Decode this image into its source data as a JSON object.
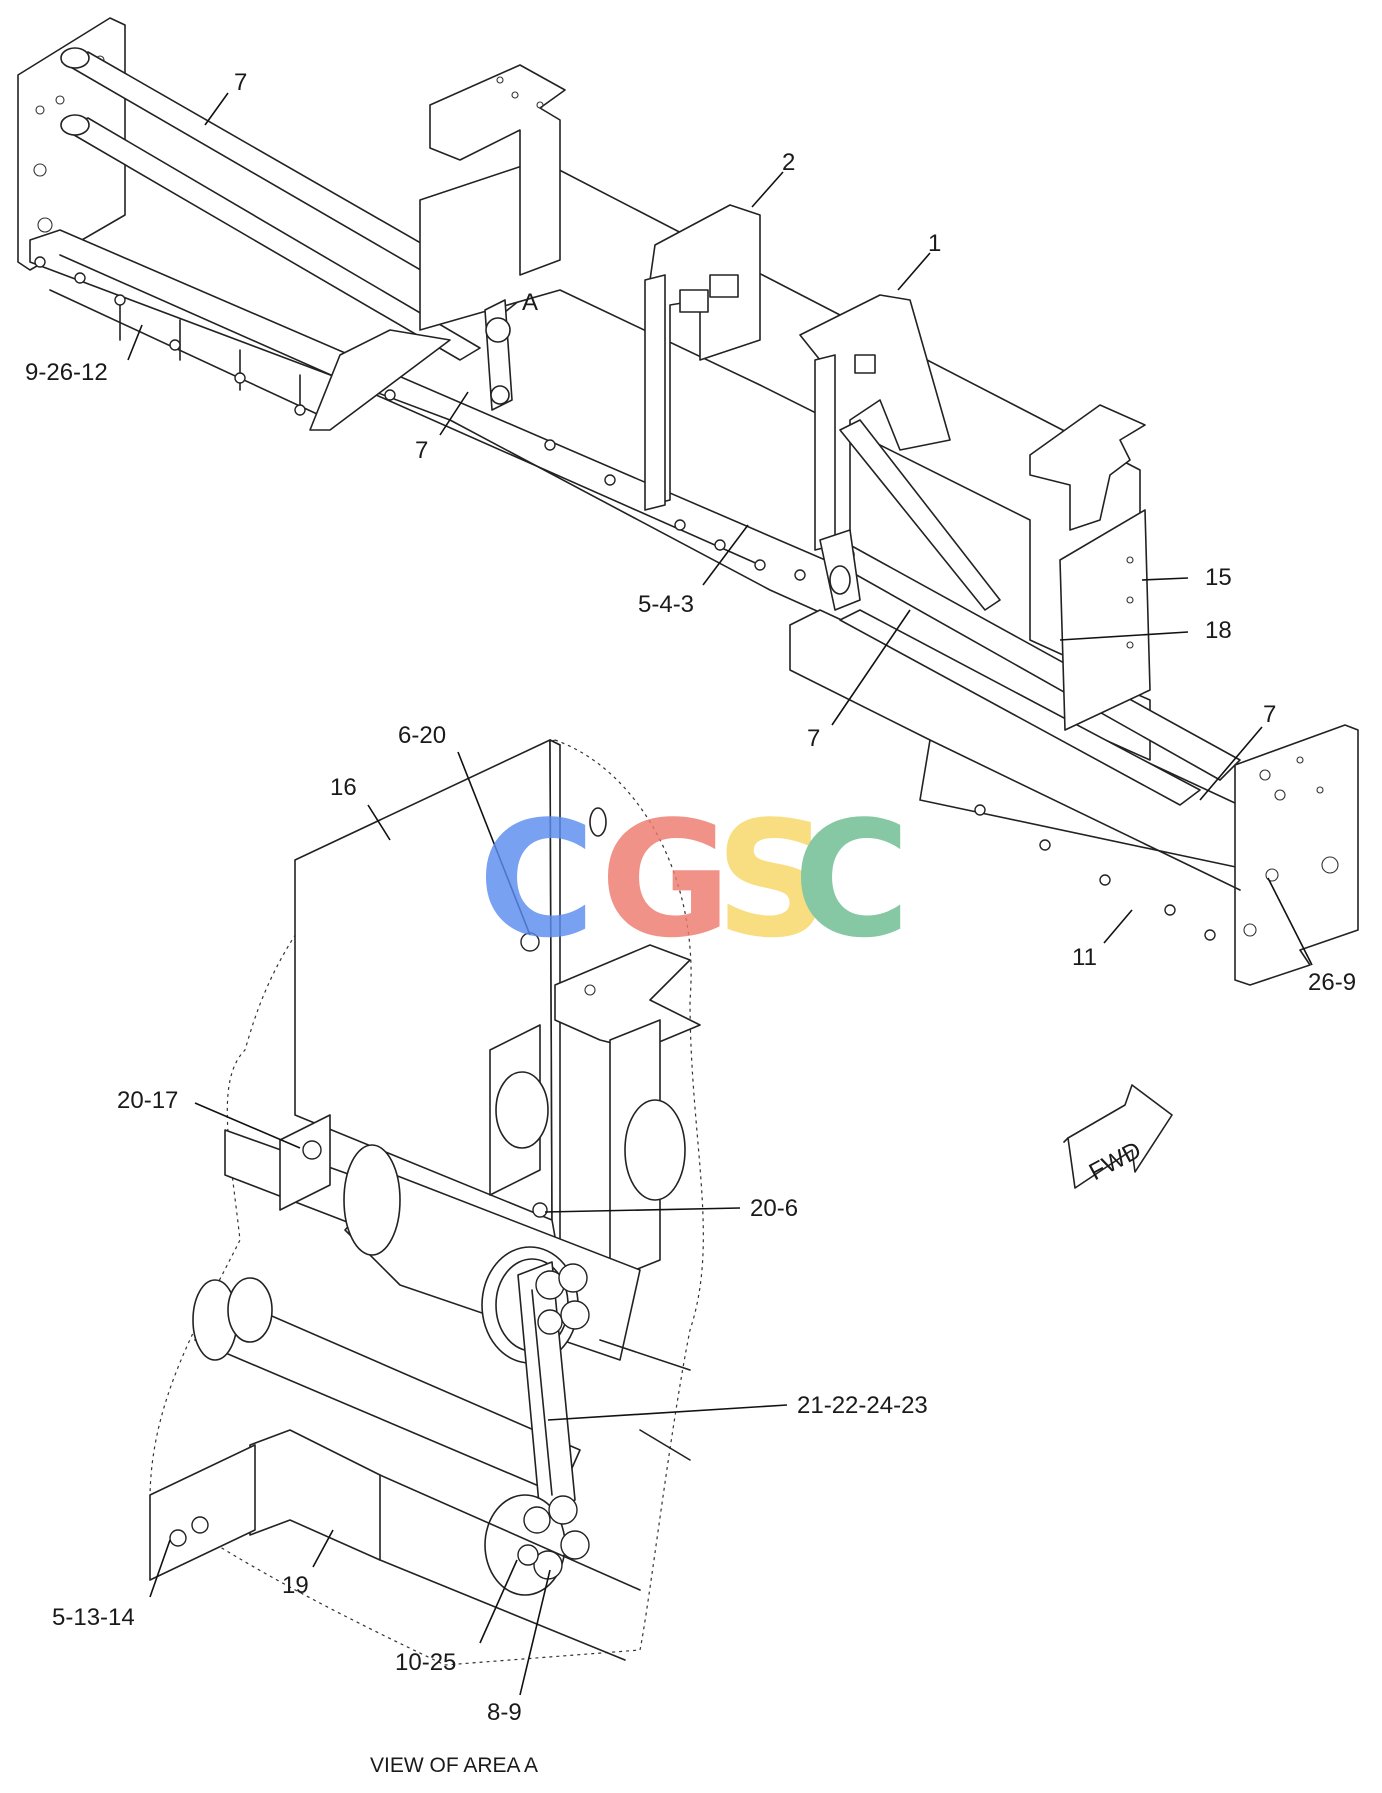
{
  "callouts": {
    "c1": "1",
    "c2": "2",
    "c7_top": "7",
    "c7_mid": "7",
    "c7_lower": "7",
    "c7_right": "7",
    "c9_26_12": "9-26-12",
    "c5_4_3": "5-4-3",
    "c15": "15",
    "c18": "18",
    "c11": "11",
    "c26_9": "26-9",
    "c6_20": "6-20",
    "c16": "16",
    "c20_17": "20-17",
    "c20_6": "20-6",
    "c21_22_24_23": "21-22-24-23",
    "c5_13_14": "5-13-14",
    "c19": "19",
    "c10_25": "10-25",
    "c8_9": "8-9"
  },
  "area_marker": "A",
  "direction_arrow": "FWD",
  "view_caption": "VIEW OF AREA A",
  "watermark": {
    "letters": [
      "C",
      "G",
      "S",
      "C"
    ],
    "colors": [
      "#5b8def",
      "#ef7b6e",
      "#f7d766",
      "#6bbd8f"
    ]
  }
}
